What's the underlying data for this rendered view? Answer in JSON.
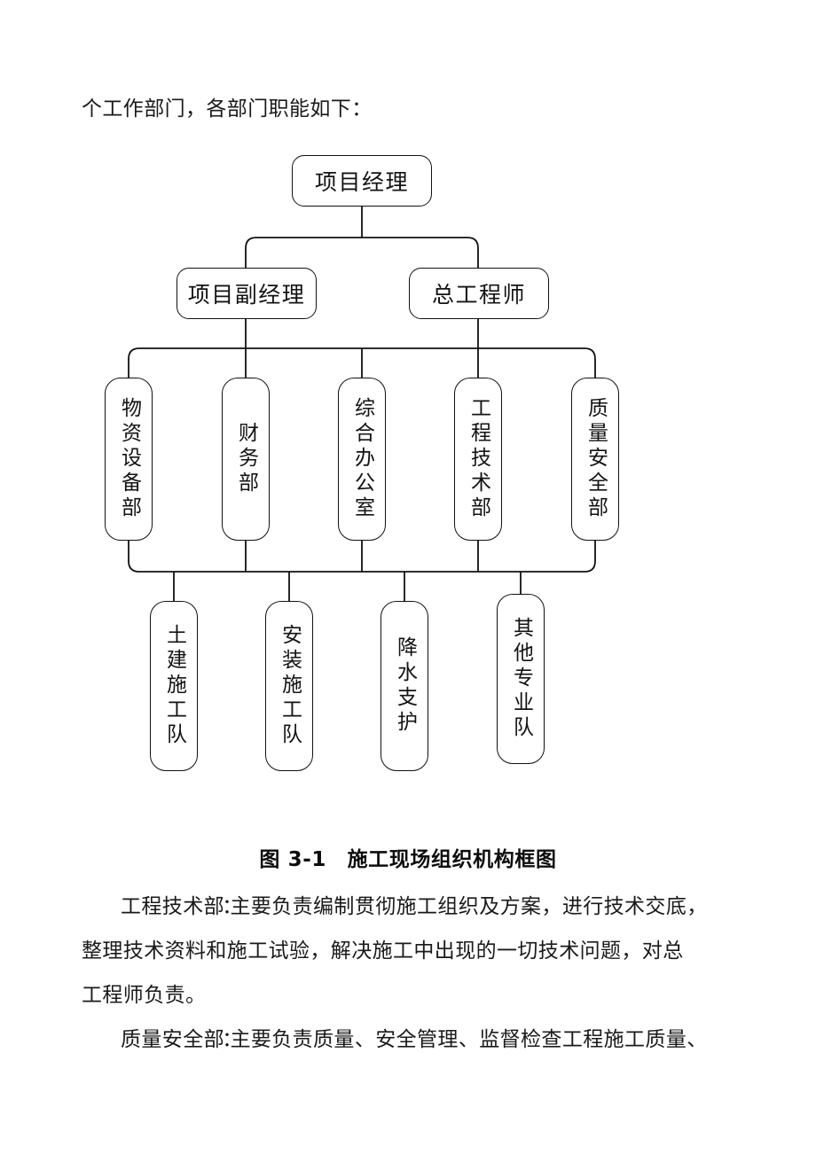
{
  "document": {
    "lead_text": "个工作部门，各部门职能如下：",
    "figure_caption": "图 3-1　施工现场组织机构框图",
    "paragraphs": [
      {
        "heading": "工程技术部",
        "lines": [
          "工程技术部：主要负责编制贯彻施工组织及方案，进行技术交底，",
          "整理技术资料和施工试验，解决施工中出现的一切技术问题，对总",
          "工程师负责。"
        ]
      },
      {
        "heading": "质量安全部",
        "lines": [
          "质量安全部：主要负责质量、安全管理、监督检查工程施工质量、"
        ]
      }
    ],
    "body_lines": {
      "l1_head": "工程技术部",
      "l1_rest": "主要负责编制贯彻施工组织及方案，进行技术交底，",
      "l2": "整理技术资料和施工试验，解决施工中出现的一切技术问题，对总",
      "l3": "工程师负责。",
      "l4_head": "质量安全部",
      "l4_rest": "主要负责质量、安全管理、监督检查工程施工质量、",
      "colon": "："
    }
  },
  "chart_data": {
    "type": "diagram",
    "diagram_kind": "organization-chart",
    "title": "图 3-1　施工现场组织机构框图",
    "orientation": "top-down",
    "levels": [
      {
        "level": 1,
        "nodes": [
          {
            "id": "pm",
            "label": "项目经理",
            "text_direction": "horizontal"
          }
        ]
      },
      {
        "level": 2,
        "nodes": [
          {
            "id": "deputy-pm",
            "label": "项目副经理",
            "text_direction": "horizontal"
          },
          {
            "id": "chief-engineer",
            "label": "总工程师",
            "text_direction": "horizontal"
          }
        ]
      },
      {
        "level": 3,
        "nodes": [
          {
            "id": "materials-equipment",
            "label": "物资设备部",
            "text_direction": "vertical"
          },
          {
            "id": "finance",
            "label": "财务部",
            "text_direction": "vertical"
          },
          {
            "id": "general-office",
            "label": "综合办公室",
            "text_direction": "vertical"
          },
          {
            "id": "engineering-technology",
            "label": "工程技术部",
            "text_direction": "vertical"
          },
          {
            "id": "quality-safety",
            "label": "质量安全部",
            "text_direction": "vertical"
          }
        ]
      },
      {
        "level": 4,
        "nodes": [
          {
            "id": "civil-team",
            "label": "土建施工队",
            "text_direction": "vertical"
          },
          {
            "id": "install-team",
            "label": "安装施工队",
            "text_direction": "vertical"
          },
          {
            "id": "dewatering-support",
            "label": "降水支护",
            "text_direction": "vertical"
          },
          {
            "id": "other-teams",
            "label": "其他专业队",
            "text_direction": "vertical"
          }
        ]
      }
    ],
    "edges": [
      {
        "from": "pm",
        "to": "deputy-pm"
      },
      {
        "from": "pm",
        "to": "chief-engineer"
      },
      {
        "from": "deputy-pm",
        "to": "materials-equipment"
      },
      {
        "from": "deputy-pm",
        "to": "finance"
      },
      {
        "from": "deputy-pm",
        "to": "general-office"
      },
      {
        "from": "chief-engineer",
        "to": "engineering-technology"
      },
      {
        "from": "chief-engineer",
        "to": "quality-safety"
      },
      {
        "from": "level3-bus",
        "to": "civil-team"
      },
      {
        "from": "level3-bus",
        "to": "install-team"
      },
      {
        "from": "level3-bus",
        "to": "dewatering-support"
      },
      {
        "from": "level3-bus",
        "to": "other-teams"
      }
    ],
    "style": {
      "node_fill": "#ffffff",
      "node_stroke": "#111111",
      "line_color": "#111111",
      "corner_radius_horizontal": 14,
      "corner_radius_vertical": 18
    }
  },
  "nodes": {
    "pm": "项目经理",
    "deputy_pm": "项目副经理",
    "chief_engineer": "总工程师",
    "materials_equipment": "物资设备部",
    "finance": "财务部",
    "general_office": "综合办公室",
    "engineering_technology": "工程技术部",
    "quality_safety": "质量安全部",
    "civil_team": "土建施工队",
    "install_team": "安装施工队",
    "dewatering_support": "降水支护",
    "other_teams": "其他专业队"
  }
}
